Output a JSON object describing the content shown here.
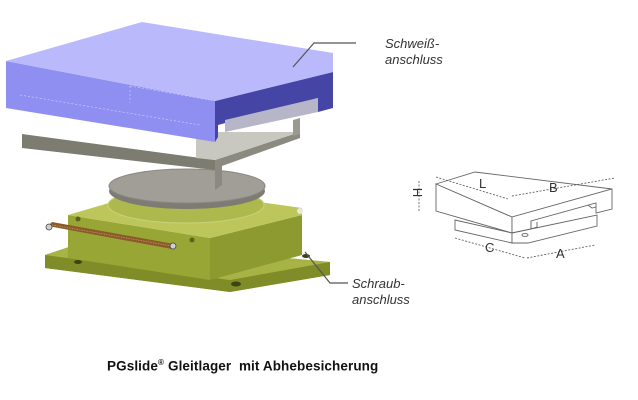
{
  "labels": {
    "weld": {
      "line1": "Schweiß-",
      "line2": "anschluss"
    },
    "screw": {
      "line1": "Schraub-",
      "line2": "anschluss"
    }
  },
  "caption": {
    "product": "PGslide",
    "registered": "®",
    "text": "Gleitlager  mit Abhebesicherung"
  },
  "dimension_drawing": {
    "H": "H",
    "L": "L",
    "B": "B",
    "C": "C",
    "A": "A"
  },
  "colors": {
    "top_plate": "#8f8ff0",
    "top_plate_top": "#b8b8f8",
    "top_plate_dark": "#3f3f9f",
    "guide_plate": "#b8b8b0",
    "sliding_disc": "#9a9890",
    "base": "#9aa83a",
    "base_top": "#bcc860",
    "bar": "#8a5a2a",
    "leader": "#555555"
  }
}
